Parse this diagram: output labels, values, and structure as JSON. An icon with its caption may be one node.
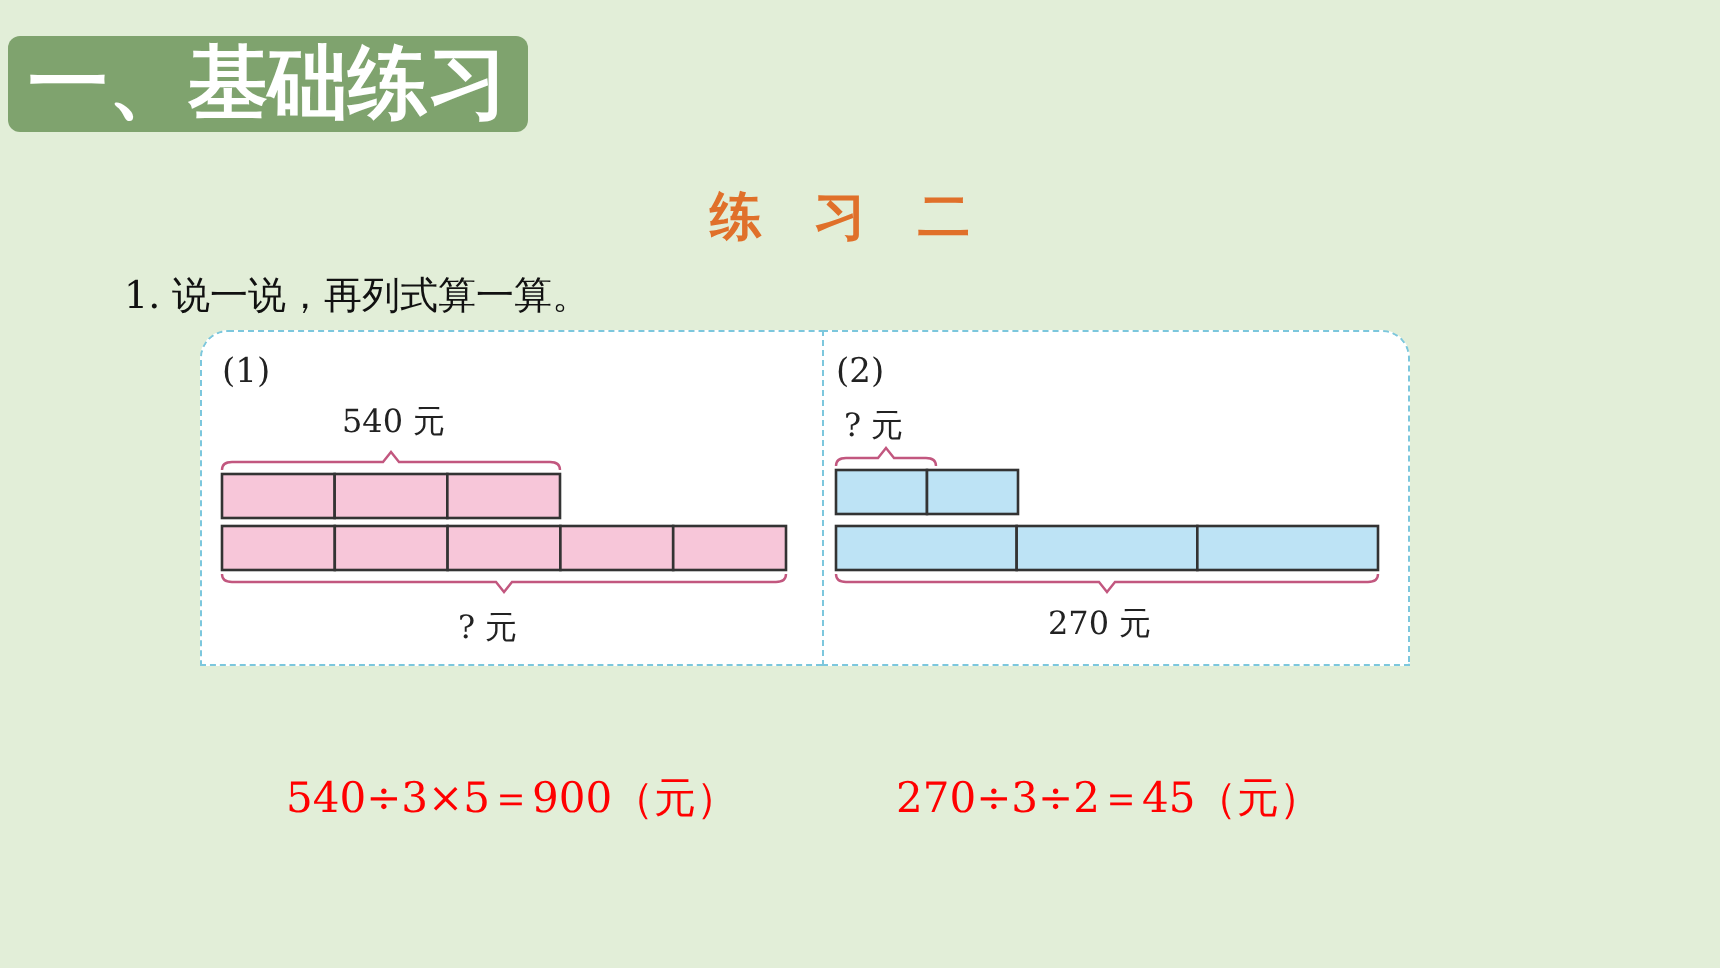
{
  "diagram": {
    "title": "一、基础练习",
    "nodes": [
      {
        "text": [
          "(1)",
          "540 元",
          "? 元"
        ]
      },
      {
        "text": [
          "(2)",
          "? 元",
          "270 元"
        ]
      }
    ],
    "labels": [
      "练　习　二",
      "1. 说一说，再列式算一算。",
      "540÷3×5＝900（元）",
      "270÷3÷2＝45（元）"
    ]
  }
}
